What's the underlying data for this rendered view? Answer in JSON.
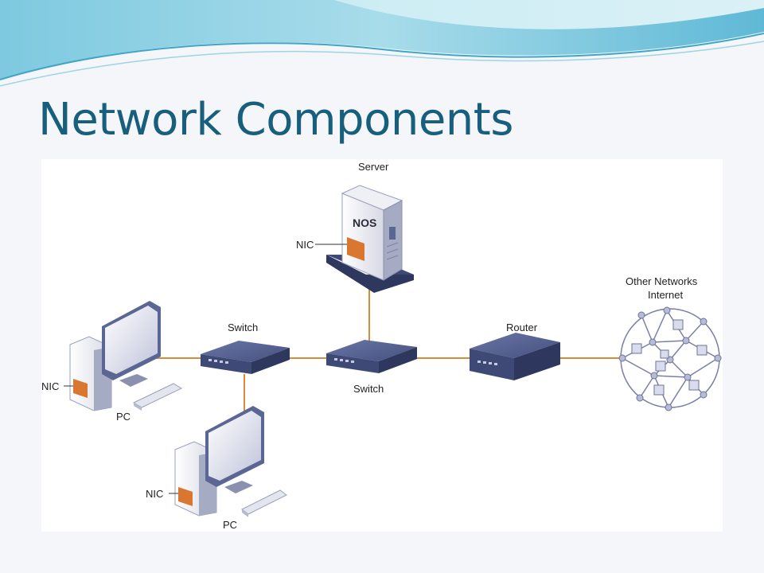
{
  "slide": {
    "title": "Network Components"
  },
  "diagram": {
    "labels": {
      "server": "Server",
      "nos": "NOS",
      "nic_server": "NIC",
      "switch_left": "Switch",
      "switch_center": "Switch",
      "router": "Router",
      "other_networks": "Other Networks",
      "internet": "Internet",
      "nic_pc1": "NIC",
      "pc1": "PC",
      "nic_pc2": "NIC",
      "pc2": "PC"
    },
    "colors": {
      "cable": "#d98b3c",
      "device_dark": "#3e4a75",
      "device_mid": "#5a6694",
      "nic_card": "#d9762f",
      "cloud_line": "#7a7fa8",
      "title": "#175f7c"
    }
  }
}
